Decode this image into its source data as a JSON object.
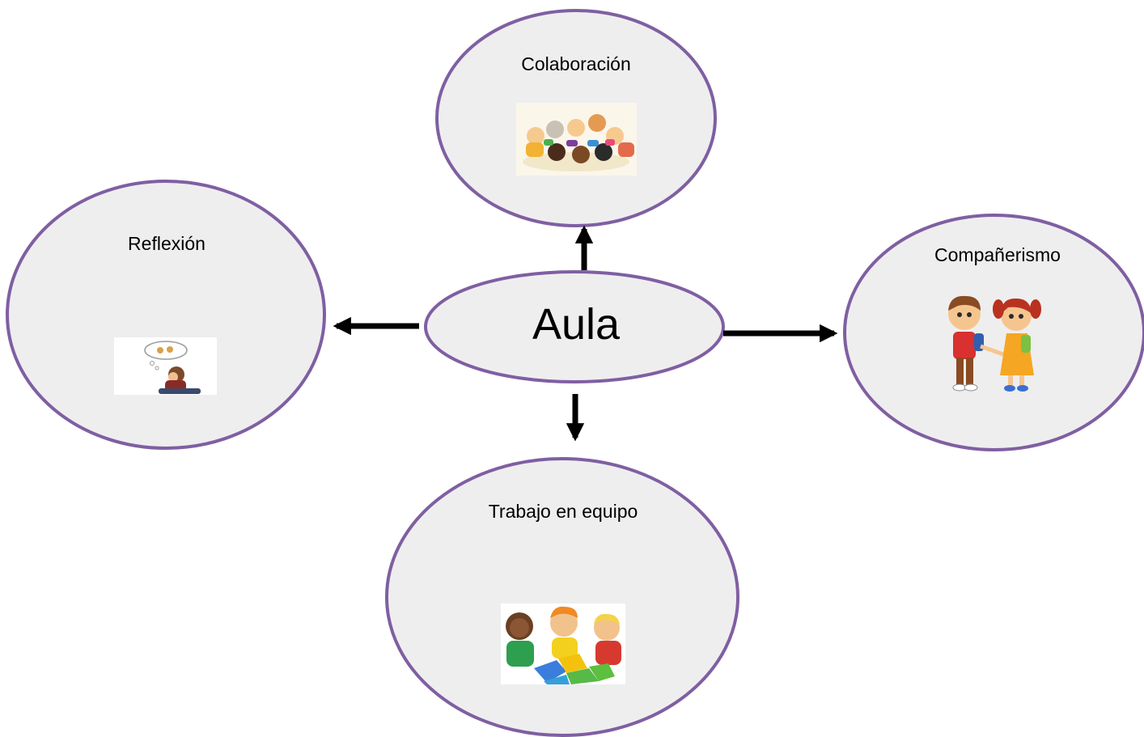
{
  "center": {
    "label": "Aula"
  },
  "nodes": {
    "top": {
      "label": "Colaboración",
      "picture": "children-circle-collaboration-illustration"
    },
    "left": {
      "label": "Reflexión",
      "picture": "thinking-child-illustration"
    },
    "right": {
      "label": "Compañerismo",
      "picture": "boy-and-girl-holding-hands-illustration"
    },
    "bottom": {
      "label": "Trabajo en equipo",
      "picture": "children-doing-puzzle-illustration"
    }
  },
  "colors": {
    "ellipse_fill": "#eeeeef",
    "ellipse_stroke": "#7f5fa2",
    "arrow": "#000000"
  }
}
